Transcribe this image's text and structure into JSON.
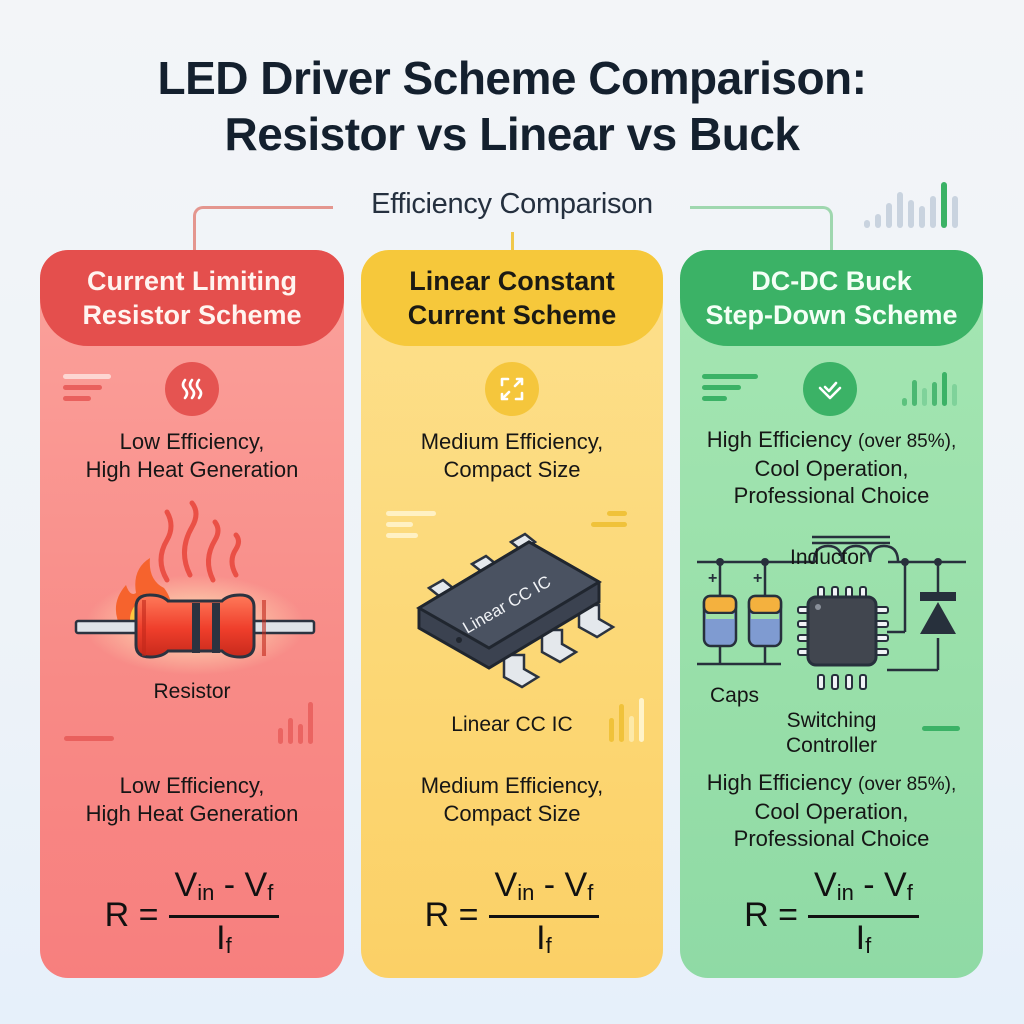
{
  "title_line1": "LED Driver Scheme Comparison:",
  "title_line2": "Resistor vs Linear vs Buck",
  "subtitle": "Efficiency Comparison",
  "colors": {
    "red": "#e44f4d",
    "yellow": "#f6c83b",
    "green": "#3bb266",
    "title": "#14202e"
  },
  "cards": [
    {
      "id": "resistor",
      "header_line1": "Current Limiting",
      "header_line2": "Resistor Scheme",
      "icon": "heat-icon",
      "desc_top_line1": "Low Efficiency,",
      "desc_top_line2": "High Heat Generation",
      "illustration": "resistor-with-flame",
      "component_label": "Resistor",
      "desc_bottom_line1": "Low Efficiency,",
      "desc_bottom_line2": "High Heat Generation",
      "formula": {
        "lhs": "R =",
        "num_a": "V",
        "num_a_sub": "in",
        "minus": " - ",
        "num_b": "V",
        "num_b_sub": "f",
        "den": "I",
        "den_sub": "f"
      }
    },
    {
      "id": "linear",
      "header_line1": "Linear Constant",
      "header_line2": "Current Scheme",
      "icon": "compact-expand-icon",
      "desc_top_line1": "Medium Efficiency,",
      "desc_top_line2": "Compact Size",
      "illustration": "ic-chip",
      "chip_text": "Linear CC IC",
      "component_label": "Linear CC IC",
      "desc_bottom_line1": "Medium Efficiency,",
      "desc_bottom_line2": "Compact Size",
      "formula": {
        "lhs": "R =",
        "num_a": "V",
        "num_a_sub": "in",
        "minus": " - ",
        "num_b": "V",
        "num_b_sub": "f",
        "den": "I",
        "den_sub": "f"
      }
    },
    {
      "id": "buck",
      "header_line1": "DC-DC Buck",
      "header_line2": "Step-Down Scheme",
      "icon": "check-badge-icon",
      "desc_top_line1_main": "High Efficiency",
      "desc_top_line1_small": "(over 85%),",
      "desc_top_line2": "Cool Operation,",
      "desc_top_line3": "Professional Choice",
      "illustration": "buck-circuit",
      "circuit_labels": {
        "inductor": "Inductor",
        "caps": "Caps",
        "controller_line1": "Switching",
        "controller_line2": "Controller"
      },
      "desc_bottom_line1_main": "High Efficiency",
      "desc_bottom_line1_small": "(over 85%),",
      "desc_bottom_line2": "Cool Operation,",
      "desc_bottom_line3": "Professional Choice",
      "formula": {
        "lhs": "R =",
        "num_a": "V",
        "num_a_sub": "in",
        "minus": " - ",
        "num_b": "V",
        "num_b_sub": "f",
        "den": "I",
        "den_sub": "f"
      }
    }
  ]
}
